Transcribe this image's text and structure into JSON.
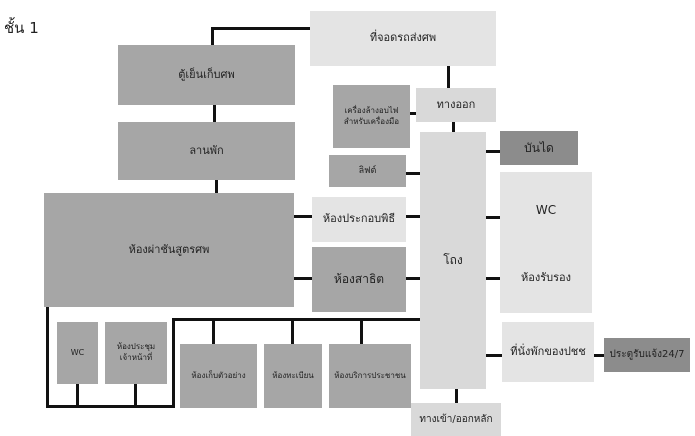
{
  "floor_title": "ชั้น 1",
  "rooms": {
    "hearse_parking": "ที่จอดรถส่งศพ",
    "cold_storage": "ตู้เย็นเก็บศพ",
    "courtyard": "ลานพัก",
    "autopsy": "ห้องผ่าชันสูตรศพ",
    "exit": "ทางออก",
    "tool_washer": "เครื่องล้างอบไฟ\nสำหรับเครื่องมือ",
    "lift": "ลิฟต์",
    "stairs": "บันได",
    "ceremony": "ห้องประกอบพิธี",
    "wc_right": "WC",
    "hall": "โถง",
    "demo_room": "ห้องสาธิต",
    "reception": "ห้องรับรอง",
    "wc_left": "WC",
    "staff_meeting": "ห้องประชุม\nเจ้าหน้าที่",
    "specimen": "ห้องเก็บตัวอย่าง",
    "registry": "ห้องทะเบียน",
    "public_service": "ห้องบริการประชาชน",
    "public_waiting": "ที่นั่งพักของปชช",
    "notification_door": "ประตูรับแจ้ง24/7",
    "main_entrance": "ทางเข้า/ออกหลัก"
  }
}
